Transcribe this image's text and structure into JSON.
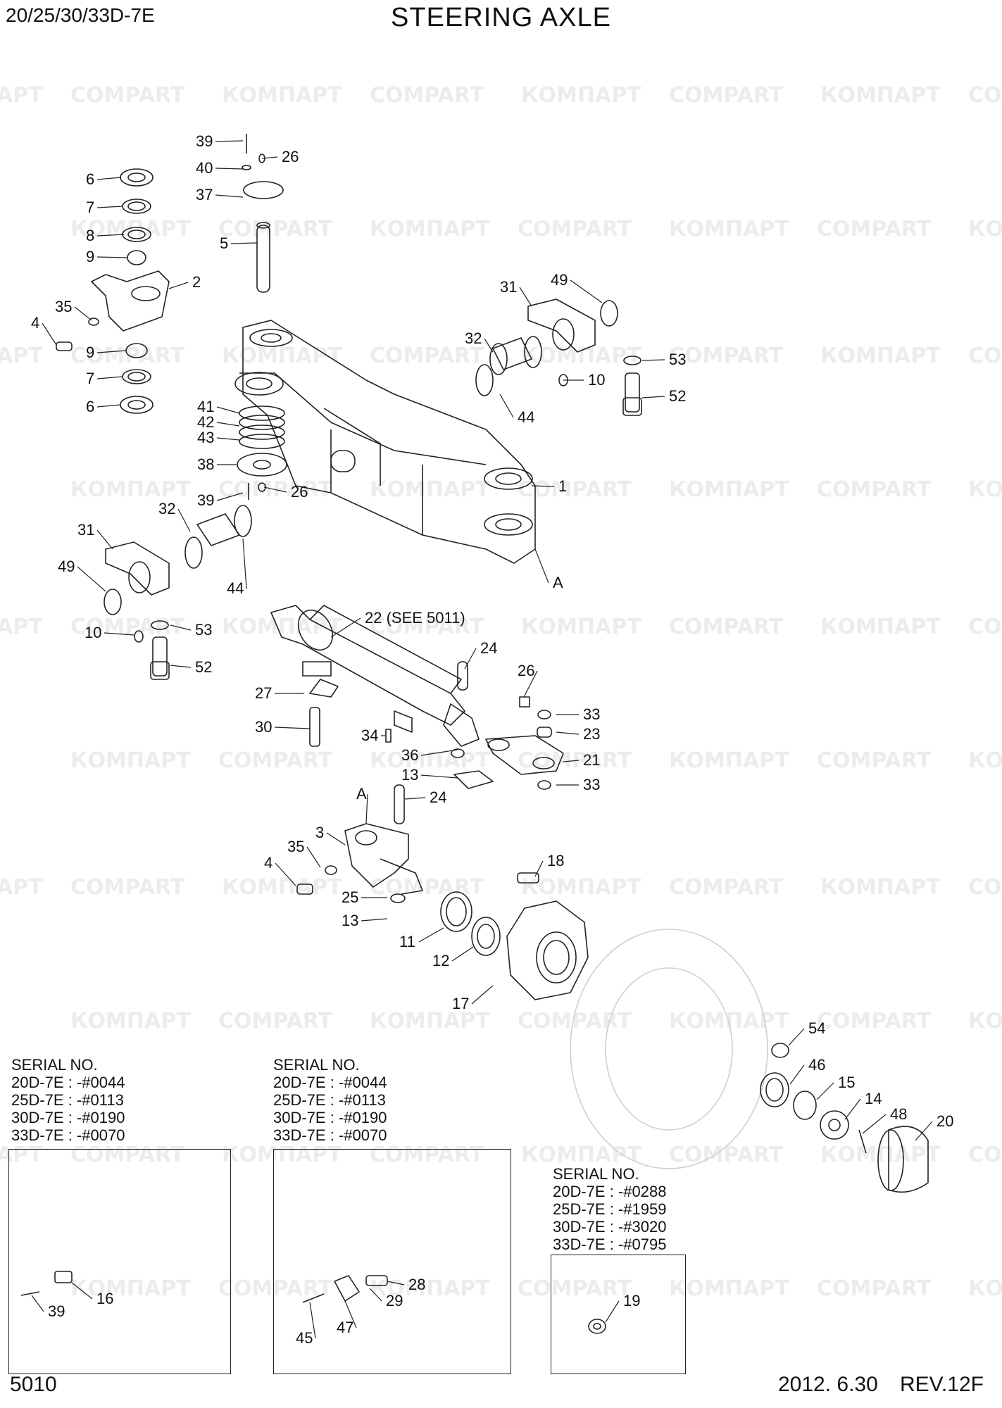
{
  "header": {
    "models": "20/25/30/33D-7E",
    "title": "STEERING AXLE"
  },
  "footer": {
    "page_no": "5010",
    "date": "2012. 6.30",
    "revision": "REV.12F"
  },
  "watermark": {
    "ru": "КОМПАРТ",
    "en": "COMPART",
    "color": "#ececec"
  },
  "serial_blocks": [
    {
      "heading": "SERIAL NO.",
      "lines": [
        "20D-7E : -#0044",
        "25D-7E : -#0113",
        "30D-7E : -#0190",
        "33D-7E : -#0070"
      ]
    },
    {
      "heading": "SERIAL NO.",
      "lines": [
        "20D-7E : -#0044",
        "25D-7E : -#0113",
        "30D-7E : -#0190",
        "33D-7E : -#0070"
      ]
    },
    {
      "heading": "SERIAL NO.",
      "lines": [
        "20D-7E : -#0288",
        "25D-7E : -#1959",
        "30D-7E : -#3020",
        "33D-7E : -#0795"
      ]
    }
  ],
  "callouts": [
    {
      "id": "c39a",
      "text": "39"
    },
    {
      "id": "c40",
      "text": "40"
    },
    {
      "id": "c26a",
      "text": "26"
    },
    {
      "id": "c37",
      "text": "37"
    },
    {
      "id": "c5",
      "text": "5"
    },
    {
      "id": "c6a",
      "text": "6"
    },
    {
      "id": "c7a",
      "text": "7"
    },
    {
      "id": "c8",
      "text": "8"
    },
    {
      "id": "c9a",
      "text": "9"
    },
    {
      "id": "c2",
      "text": "2"
    },
    {
      "id": "c35a",
      "text": "35"
    },
    {
      "id": "c4a",
      "text": "4"
    },
    {
      "id": "c9b",
      "text": "9"
    },
    {
      "id": "c7b",
      "text": "7"
    },
    {
      "id": "c6b",
      "text": "6"
    },
    {
      "id": "c41",
      "text": "41"
    },
    {
      "id": "c42",
      "text": "42"
    },
    {
      "id": "c43",
      "text": "43"
    },
    {
      "id": "c38",
      "text": "38"
    },
    {
      "id": "c39b",
      "text": "39"
    },
    {
      "id": "c26b",
      "text": "26"
    },
    {
      "id": "c31a",
      "text": "31"
    },
    {
      "id": "c49a",
      "text": "49"
    },
    {
      "id": "c32a",
      "text": "32"
    },
    {
      "id": "c53a",
      "text": "53"
    },
    {
      "id": "c10a",
      "text": "10"
    },
    {
      "id": "c52a",
      "text": "52"
    },
    {
      "id": "c44a",
      "text": "44"
    },
    {
      "id": "c1",
      "text": "1"
    },
    {
      "id": "cAa",
      "text": "A"
    },
    {
      "id": "c32b",
      "text": "32"
    },
    {
      "id": "c31b",
      "text": "31"
    },
    {
      "id": "c49b",
      "text": "49"
    },
    {
      "id": "c44b",
      "text": "44"
    },
    {
      "id": "c10b",
      "text": "10"
    },
    {
      "id": "c53b",
      "text": "53"
    },
    {
      "id": "c52b",
      "text": "52"
    },
    {
      "id": "c22",
      "text": "22 (SEE 5011)"
    },
    {
      "id": "c24a",
      "text": "24"
    },
    {
      "id": "c26c",
      "text": "26"
    },
    {
      "id": "c27",
      "text": "27"
    },
    {
      "id": "c33a",
      "text": "33"
    },
    {
      "id": "c23",
      "text": "23"
    },
    {
      "id": "c30",
      "text": "30"
    },
    {
      "id": "c34",
      "text": "34"
    },
    {
      "id": "c36",
      "text": "36"
    },
    {
      "id": "c21",
      "text": "21"
    },
    {
      "id": "c13a",
      "text": "13"
    },
    {
      "id": "c33b",
      "text": "33"
    },
    {
      "id": "cAb",
      "text": "A"
    },
    {
      "id": "c24b",
      "text": "24"
    },
    {
      "id": "c3",
      "text": "3"
    },
    {
      "id": "c35b",
      "text": "35"
    },
    {
      "id": "c4b",
      "text": "4"
    },
    {
      "id": "c18",
      "text": "18"
    },
    {
      "id": "c25",
      "text": "25"
    },
    {
      "id": "c13b",
      "text": "13"
    },
    {
      "id": "c11",
      "text": "11"
    },
    {
      "id": "c12",
      "text": "12"
    },
    {
      "id": "c17",
      "text": "17"
    },
    {
      "id": "c54",
      "text": "54"
    },
    {
      "id": "c46",
      "text": "46"
    },
    {
      "id": "c15",
      "text": "15"
    },
    {
      "id": "c14",
      "text": "14"
    },
    {
      "id": "c48",
      "text": "48"
    },
    {
      "id": "c20",
      "text": "20"
    },
    {
      "id": "c16",
      "text": "16"
    },
    {
      "id": "c39c",
      "text": "39"
    },
    {
      "id": "c28",
      "text": "28"
    },
    {
      "id": "c29",
      "text": "29"
    },
    {
      "id": "c45",
      "text": "45"
    },
    {
      "id": "c47",
      "text": "47"
    },
    {
      "id": "c19",
      "text": "19"
    }
  ]
}
